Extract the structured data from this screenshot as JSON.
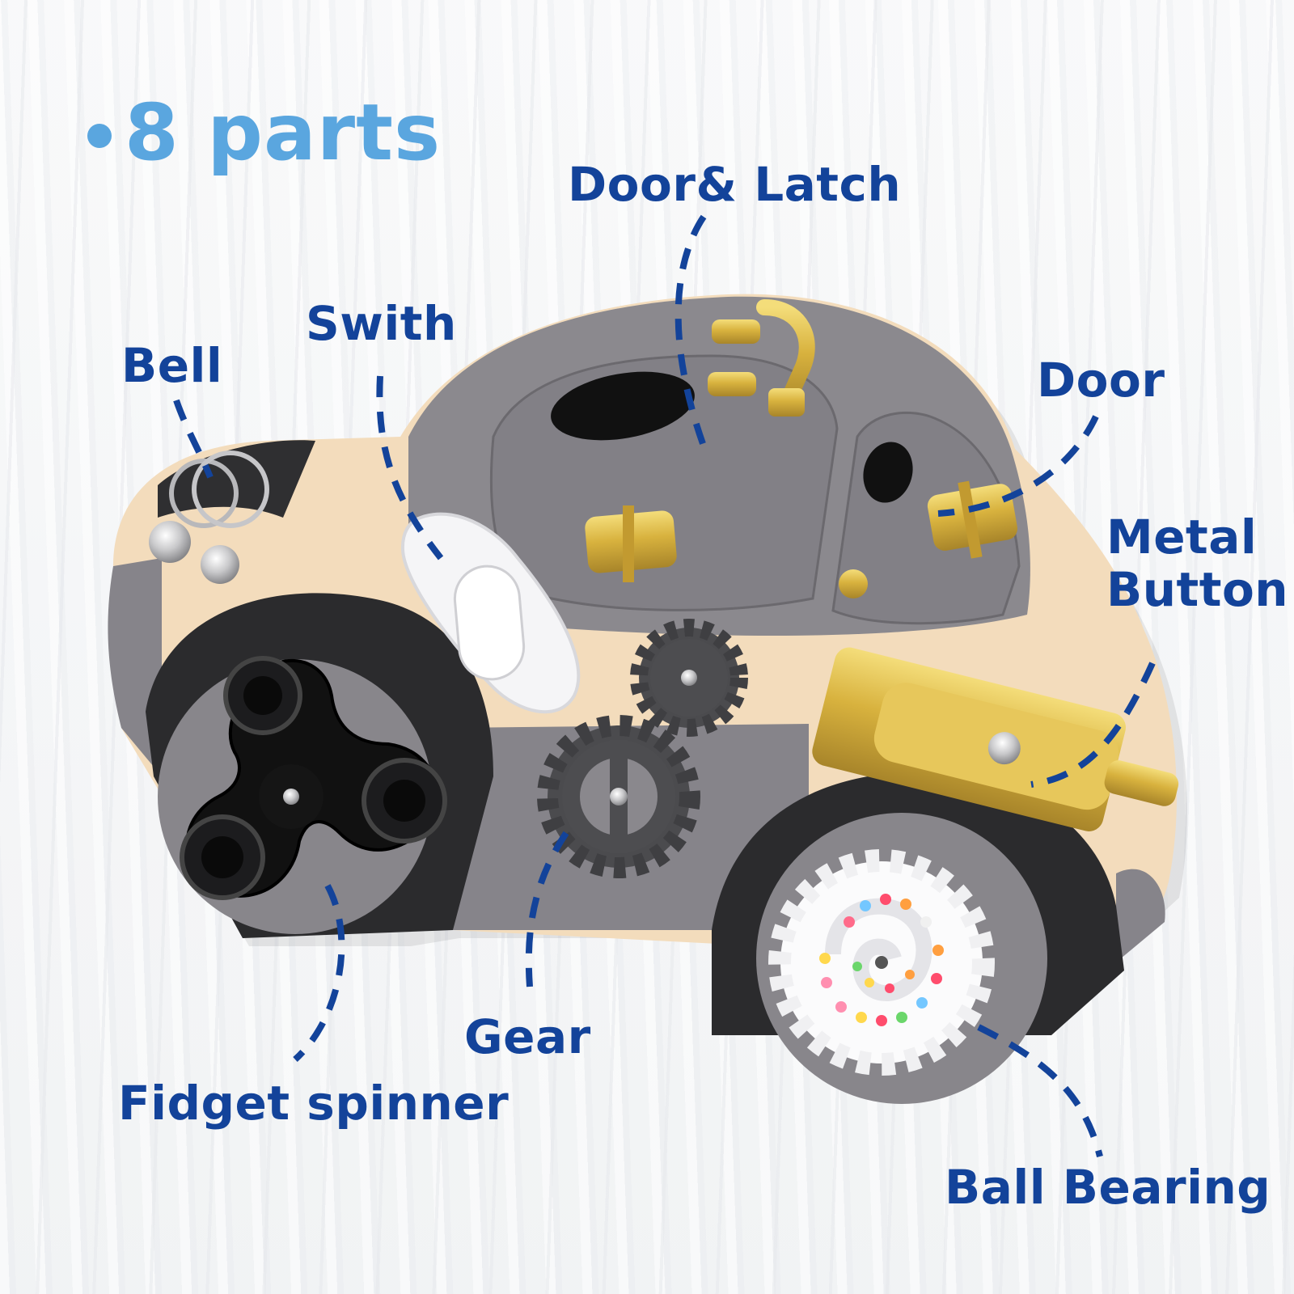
{
  "headline": {
    "bullet": "•",
    "text": "8 parts"
  },
  "labels": {
    "door_latch": "Door& Latch",
    "switch": "Swith",
    "bell": "Bell",
    "door": "Door",
    "metal_button_line1": "Metal",
    "metal_button_line2": "Button",
    "gear": "Gear",
    "fidget_spinner": "Fidget spinner",
    "ball_bearing": "Ball Bearing"
  },
  "colors": {
    "headline": "#5aa6df",
    "label": "#13439a",
    "car_wood": "#f3dcbc",
    "car_gray": "#86848a",
    "car_dark": "#2b2b2d",
    "brass": "#d9b445"
  }
}
